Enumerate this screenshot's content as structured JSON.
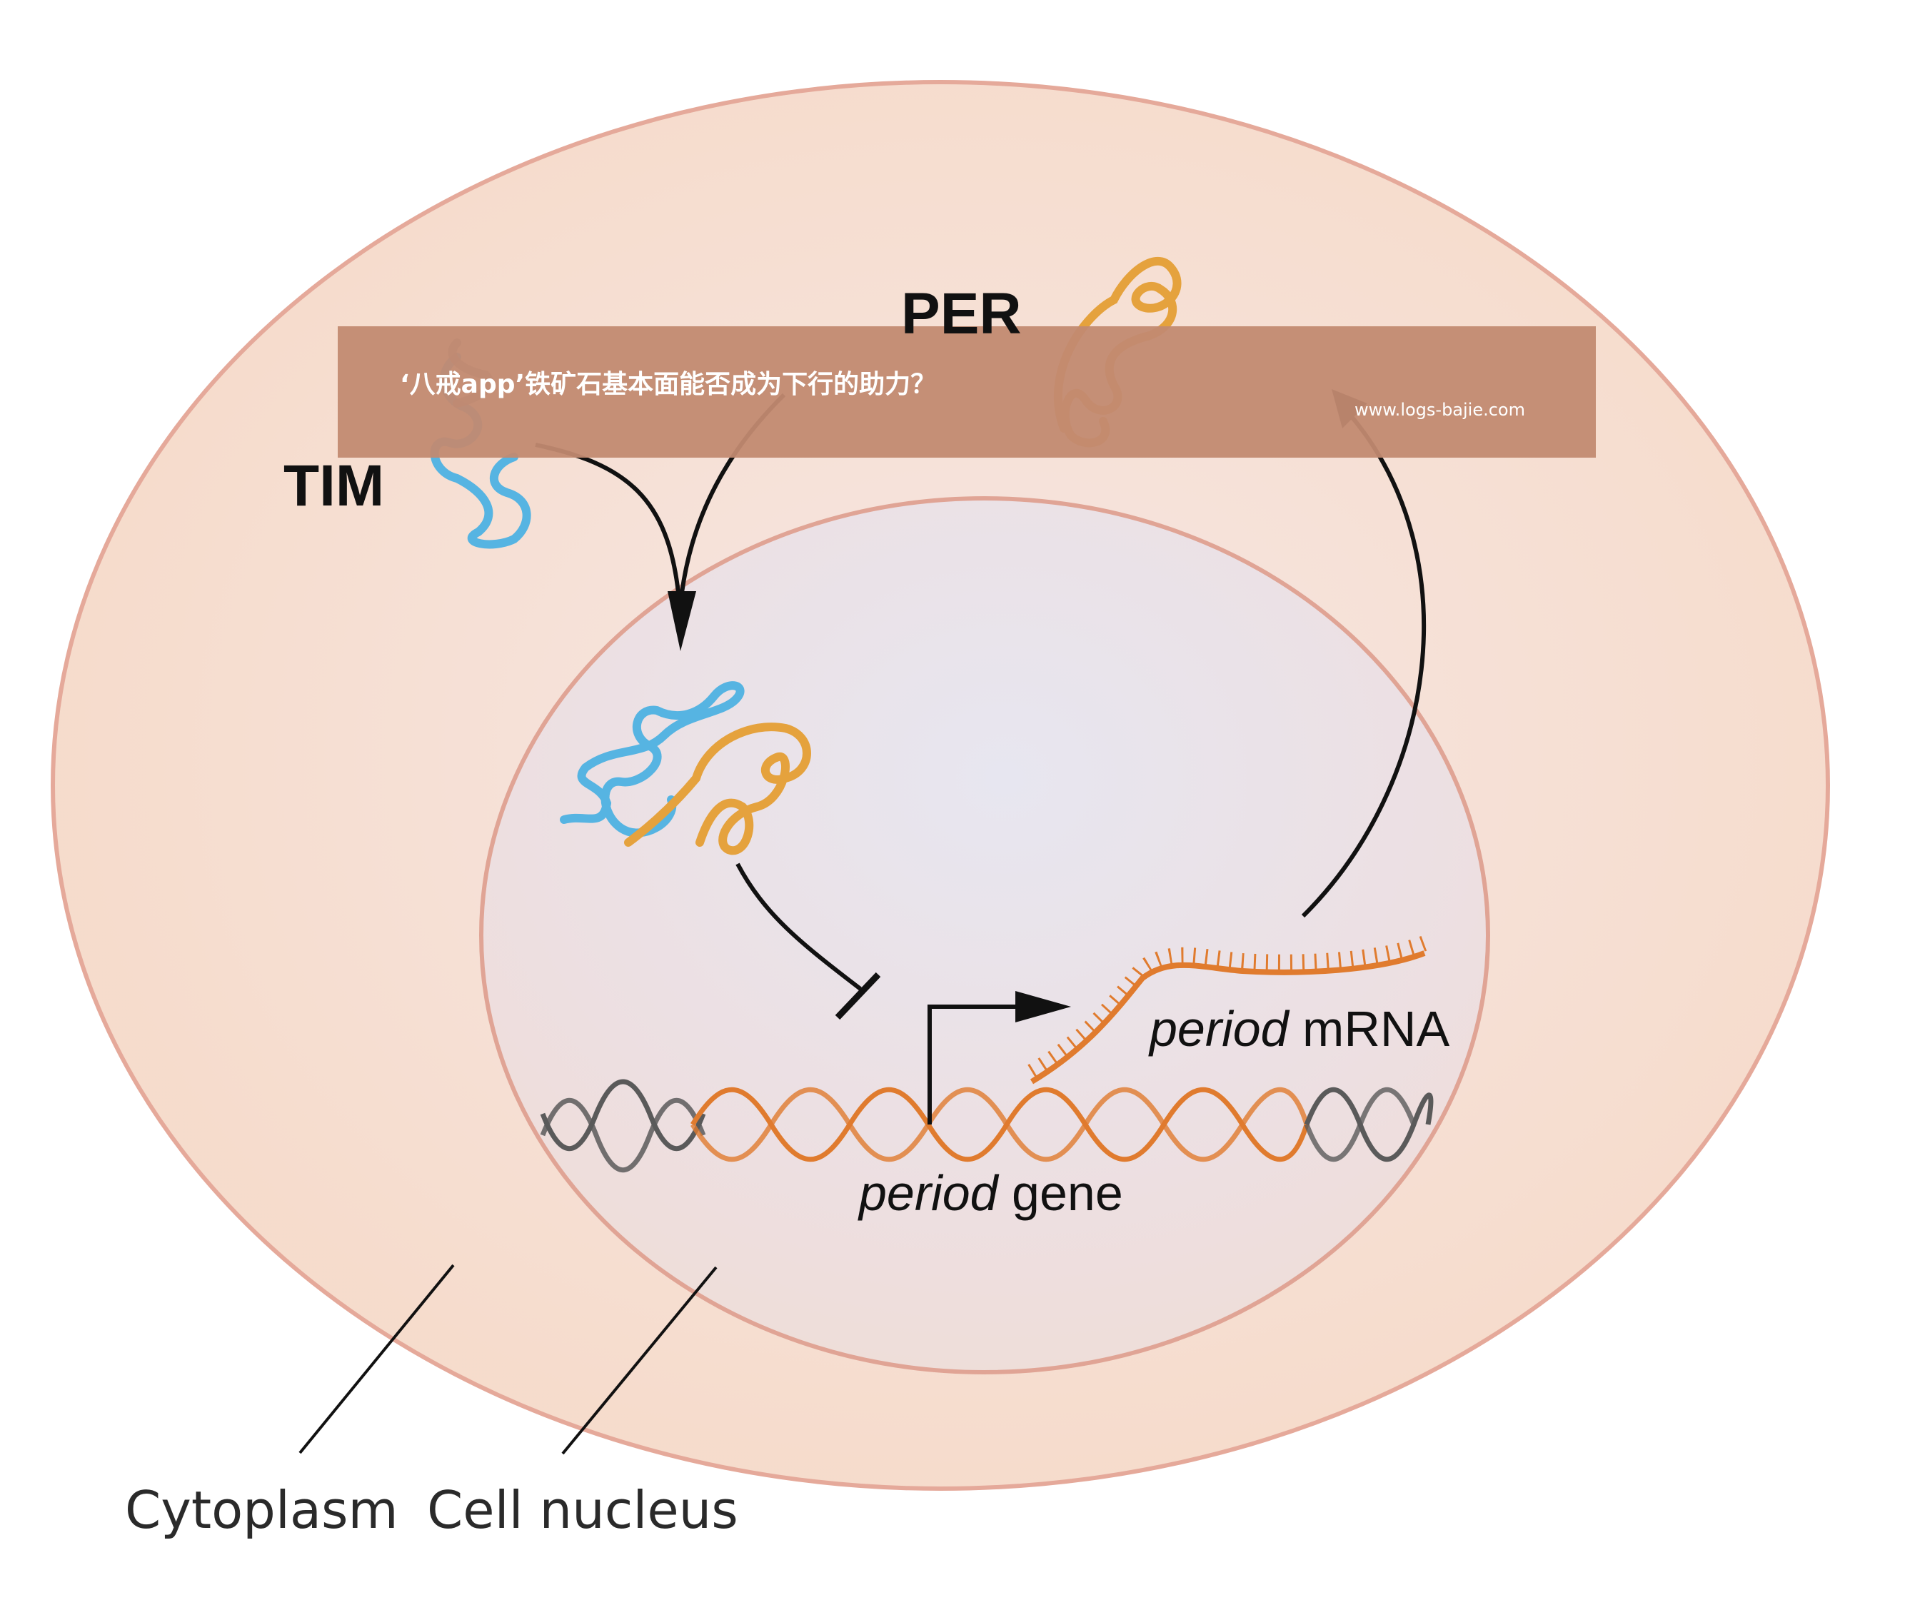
{
  "labels": {
    "per": "PER",
    "tim": "TIM",
    "mrna_italic": "period",
    "mrna_rest": " mRNA",
    "gene_italic": "period",
    "gene_rest": " gene",
    "cytoplasm": "Cytoplasm",
    "nucleus": "Cell nucleus"
  },
  "banner": {
    "title": "‘八戒app’铁矿石基本面能否成为下行的助力？",
    "url": "www.logs-bajie.com"
  },
  "colors": {
    "cytoplasm_fill": "#f5dccb",
    "cell_border": "#e5a99a",
    "nucleus_fill": "#efe3e6",
    "nucleus_center": "#e7e6f0",
    "nucleus_border": "#e0a495",
    "tim_protein": "#56b4e2",
    "per_protein": "#e5a23d",
    "dna_gray": "#5a5a5a",
    "dna_orange": "#e07b2e",
    "mrna_orange": "#e07b2e",
    "banner_bg": "#c28a71",
    "arrow": "#111111"
  },
  "icons": {
    "tim": "tim-protein-icon",
    "per": "per-protein-icon",
    "complex": "per-tim-complex-icon",
    "dna": "dna-helix-icon",
    "mrna": "mrna-strand-icon"
  }
}
